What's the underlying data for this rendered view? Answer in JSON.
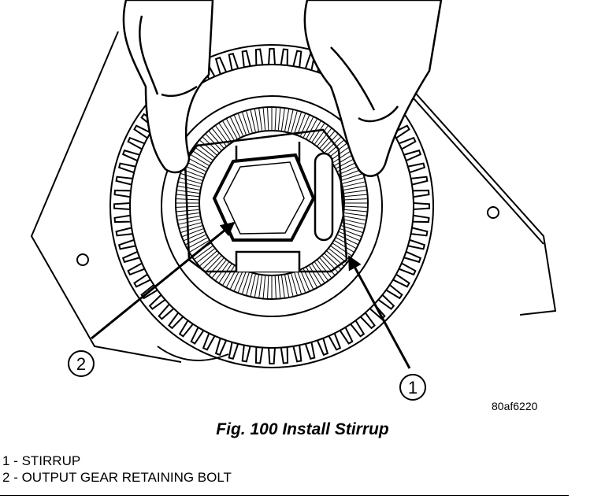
{
  "figure": {
    "ref_code": "80af6220",
    "caption": "Fig. 100 Install Stirrup"
  },
  "callouts": [
    {
      "number": "1"
    },
    {
      "number": "2"
    }
  ],
  "legend": [
    {
      "num": "1",
      "sep": " - ",
      "label": "STIRRUP"
    },
    {
      "num": "2",
      "sep": " - ",
      "label": "OUTPUT GEAR RETAINING BOLT"
    }
  ],
  "colors": {
    "ink": "#000000",
    "background": "#ffffff"
  }
}
